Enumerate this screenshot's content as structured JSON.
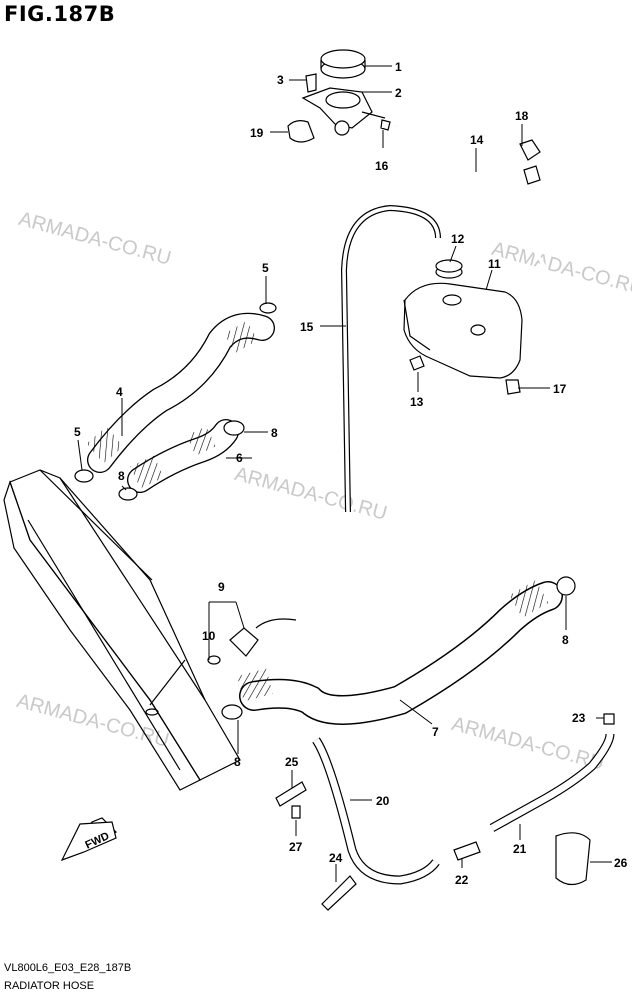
{
  "header": {
    "title": "FIG.187B"
  },
  "footer": {
    "code": "VL800L6_E03_E28_187B",
    "caption": "RADIATOR HOSE"
  },
  "watermark": {
    "text": "ARMADA-CO.RU",
    "color": "#c9c9c9"
  },
  "fwd_label": "FWD",
  "callouts": [
    "1",
    "2",
    "3",
    "4",
    "5",
    "5",
    "6",
    "7",
    "8",
    "8",
    "8",
    "8",
    "9",
    "10",
    "11",
    "12",
    "13",
    "14",
    "15",
    "16",
    "17",
    "18",
    "19",
    "20",
    "21",
    "22",
    "23",
    "24",
    "25",
    "26",
    "27"
  ]
}
